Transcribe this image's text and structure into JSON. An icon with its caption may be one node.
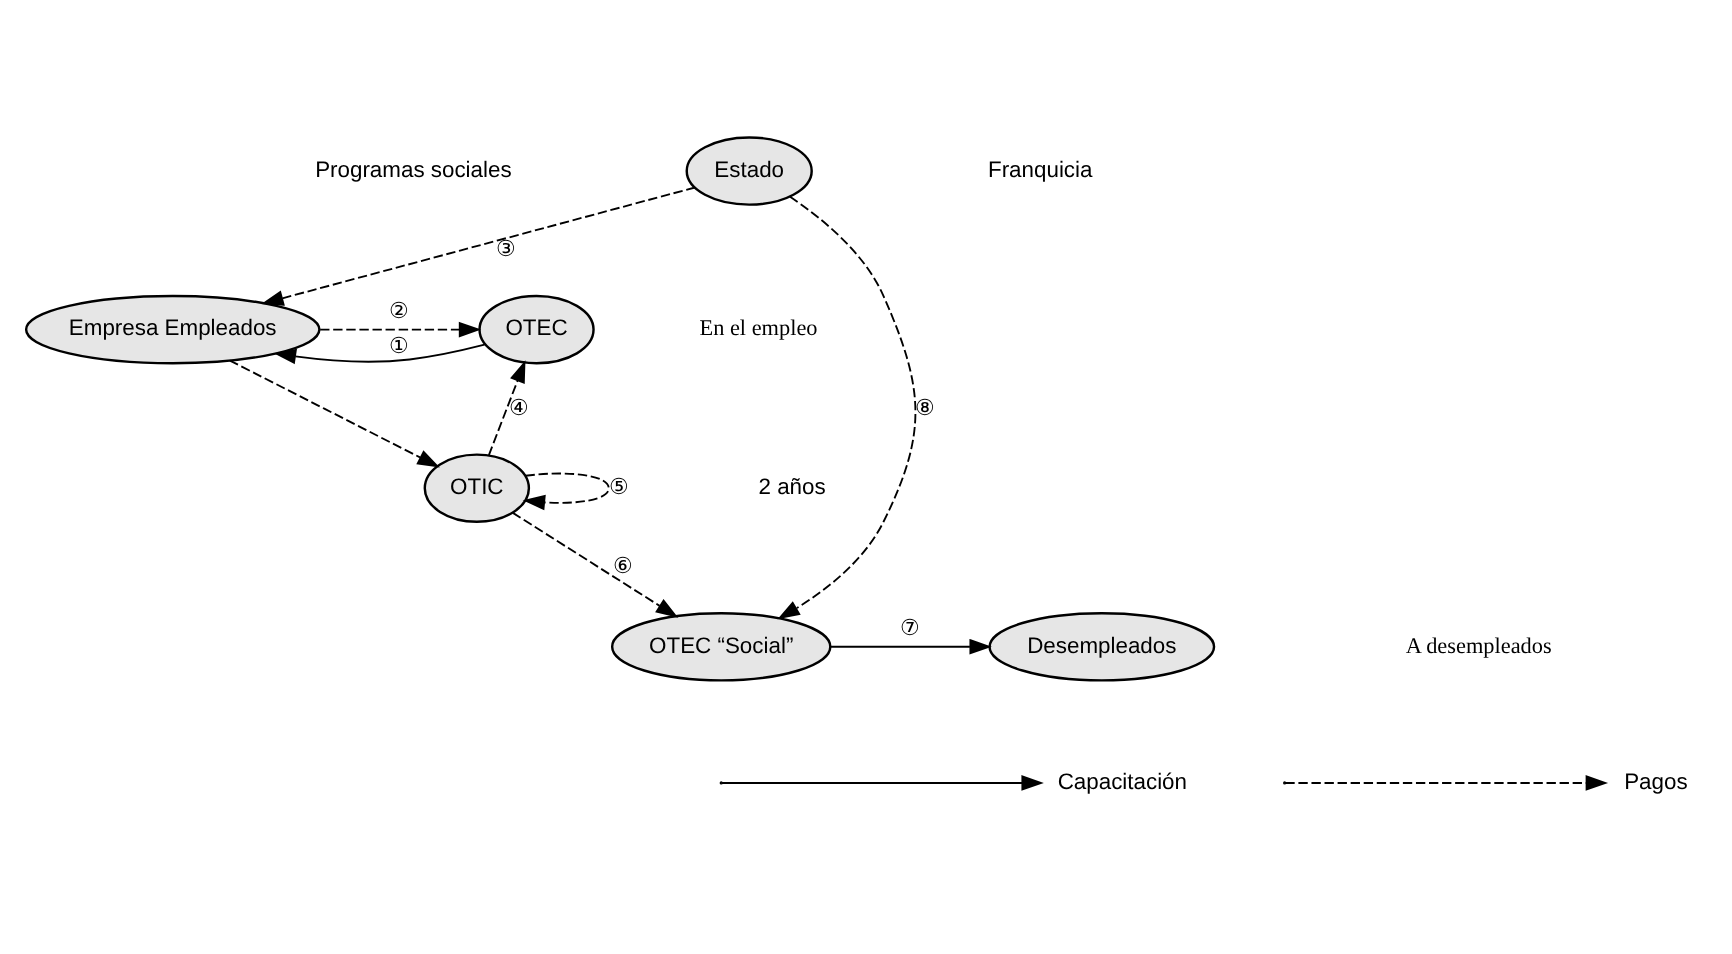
{
  "diagram": {
    "nodes": [
      {
        "text": [
          "Estado"
        ]
      },
      {
        "text": [
          "OTEC"
        ]
      },
      {
        "text": [
          "Empresa Empleados"
        ]
      },
      {
        "text": [
          "OTIC"
        ]
      },
      {
        "text": [
          "OTEC “Social”"
        ]
      },
      {
        "text": [
          "Desempleados"
        ]
      }
    ],
    "edges": [
      {
        "from": 0,
        "to": 4,
        "arrow": "to",
        "style": "dashed",
        "label": "⑧"
      },
      {
        "from": 0,
        "to": 2,
        "arrow": "to",
        "style": "dashed",
        "label": "③"
      },
      {
        "from": 2,
        "to": 1,
        "arrow": "to",
        "style": "dashed",
        "label": "②"
      },
      {
        "from": 1,
        "to": 2,
        "arrow": "to",
        "label": "①"
      },
      {
        "from": 2,
        "to": 3,
        "arrow": "to",
        "style": "dashed"
      },
      {
        "from": 3,
        "to": 1,
        "arrow": "to",
        "style": "dashed",
        "label": "④"
      },
      {
        "from": 3,
        "to": 3,
        "arrow": "to",
        "style": "dashed",
        "label": "⑤"
      },
      {
        "from": 3,
        "to": 4,
        "arrow": "to",
        "style": "dashed",
        "label": "⑥"
      },
      {
        "from": 4,
        "to": 5,
        "arrow": "to",
        "label": "⑦"
      }
    ],
    "labels": [
      "Programas sociales",
      "Franquicia",
      "En el empleo",
      "2 años",
      "A desempleados"
    ],
    "legend": [
      {
        "text": "Capacitación"
      },
      {
        "text": "Pagos"
      }
    ]
  }
}
